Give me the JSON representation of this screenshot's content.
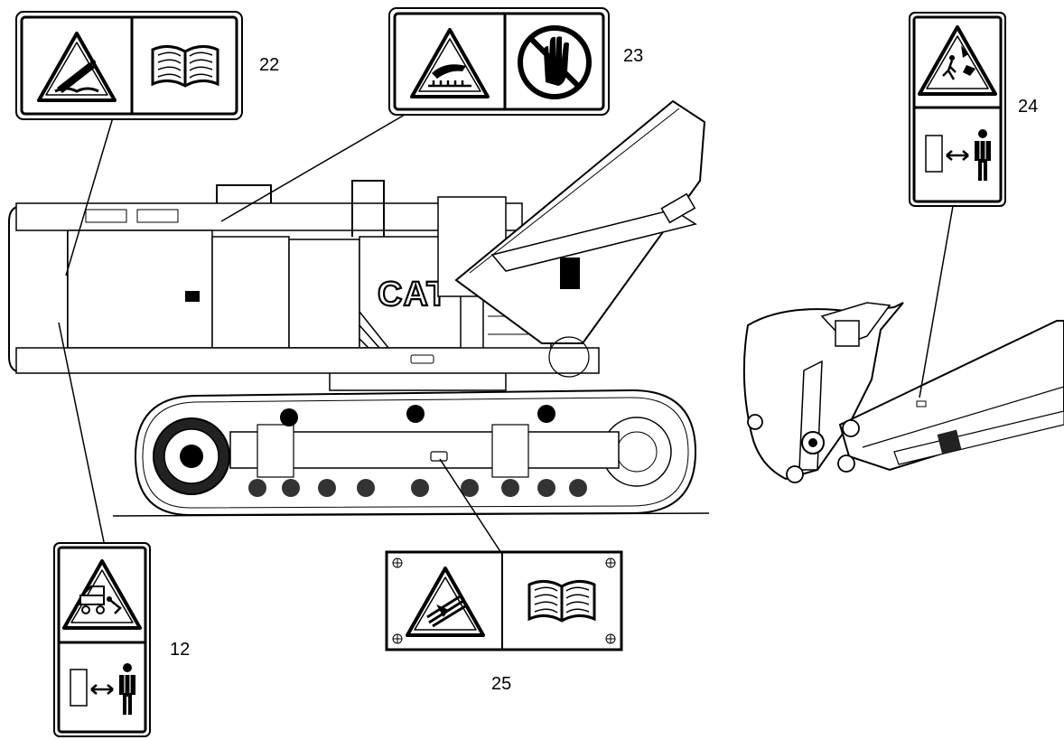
{
  "machine": {
    "brand": "CAT"
  },
  "labels": {
    "l12": "12",
    "l22": "22",
    "l23": "23",
    "l24": "24",
    "l25": "25"
  },
  "decals": {
    "d12": {
      "top": "crush-hazard-icon",
      "bottom": "keep-distance-icon"
    },
    "d22": {
      "left": "burn-hazard-icon",
      "right": "manual-icon"
    },
    "d23": {
      "left": "hot-surface-icon",
      "right": "no-touch-icon"
    },
    "d24": {
      "top": "falling-object-icon",
      "bottom": "keep-distance-icon"
    },
    "d25": {
      "left": "entanglement-hazard-icon",
      "right": "manual-icon"
    }
  }
}
